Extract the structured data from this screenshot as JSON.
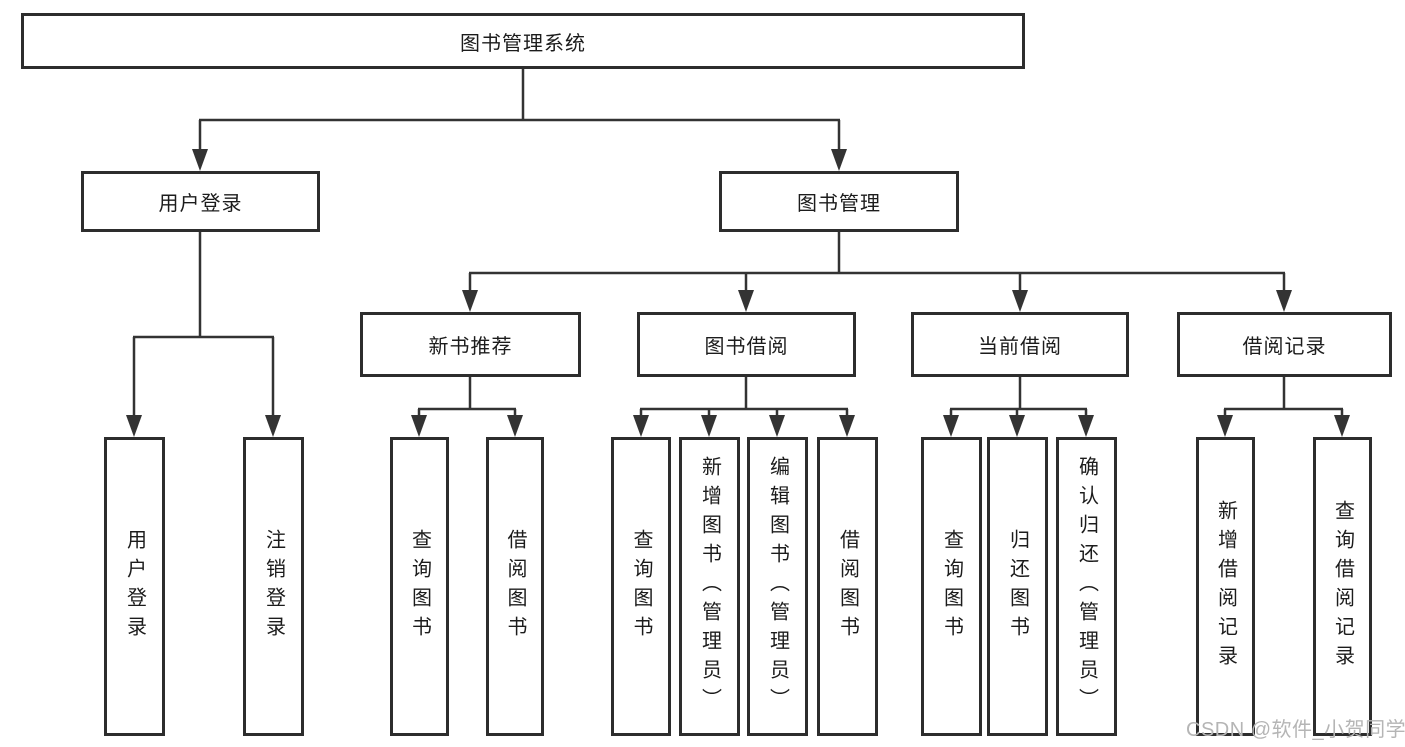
{
  "diagram": {
    "root": "图书管理系统",
    "branches": [
      {
        "label": "用户登录",
        "leaves": [
          "用户登录",
          "注销登录"
        ]
      },
      {
        "label": "图书管理",
        "sections": [
          {
            "label": "新书推荐",
            "leaves": [
              "查询图书",
              "借阅图书"
            ]
          },
          {
            "label": "图书借阅",
            "leaves": [
              "查询图书",
              "新增图书（管理员）",
              "编辑图书（管理员）",
              "借阅图书"
            ]
          },
          {
            "label": "当前借阅",
            "leaves": [
              "查询图书",
              "归还图书",
              "确认归还（管理员）"
            ]
          },
          {
            "label": "借阅记录",
            "leaves": [
              "新增借阅记录",
              "查询借阅记录"
            ]
          }
        ]
      }
    ]
  },
  "watermark": {
    "text": "CSDN @软件_小贺同学"
  },
  "colors": {
    "line": "#333333",
    "box_border": "#2d2d2d",
    "text": "#1c1c1c",
    "watermark": "#b5b5b5",
    "background": "#ffffff"
  }
}
